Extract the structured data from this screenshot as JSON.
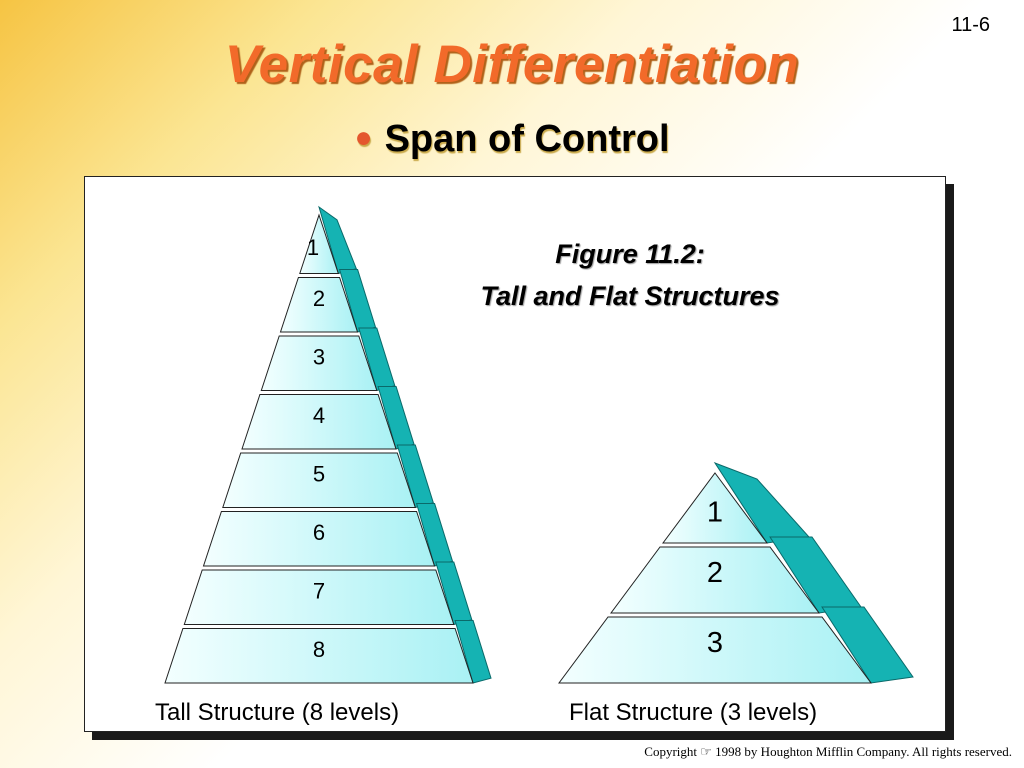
{
  "slide_number": "11-6",
  "title": "Vertical Differentiation",
  "subtitle": "Span of Control",
  "figure": {
    "caption_line1": "Figure 11.2:",
    "caption_line2": "Tall and Flat Structures",
    "tall": {
      "label": "Tall Structure (8 levels)",
      "levels": [
        "1",
        "2",
        "3",
        "4",
        "5",
        "6",
        "7",
        "8"
      ]
    },
    "flat": {
      "label": "Flat Structure (3 levels)",
      "levels": [
        "1",
        "2",
        "3"
      ]
    }
  },
  "colors": {
    "title": "#f26a2a",
    "band_face": "#c9f7f8",
    "band_side": "#15b3b3",
    "bullet": "#e4572e"
  },
  "copyright": "Copyright ☞ 1998 by Houghton Mifflin Company.  All rights reserved."
}
